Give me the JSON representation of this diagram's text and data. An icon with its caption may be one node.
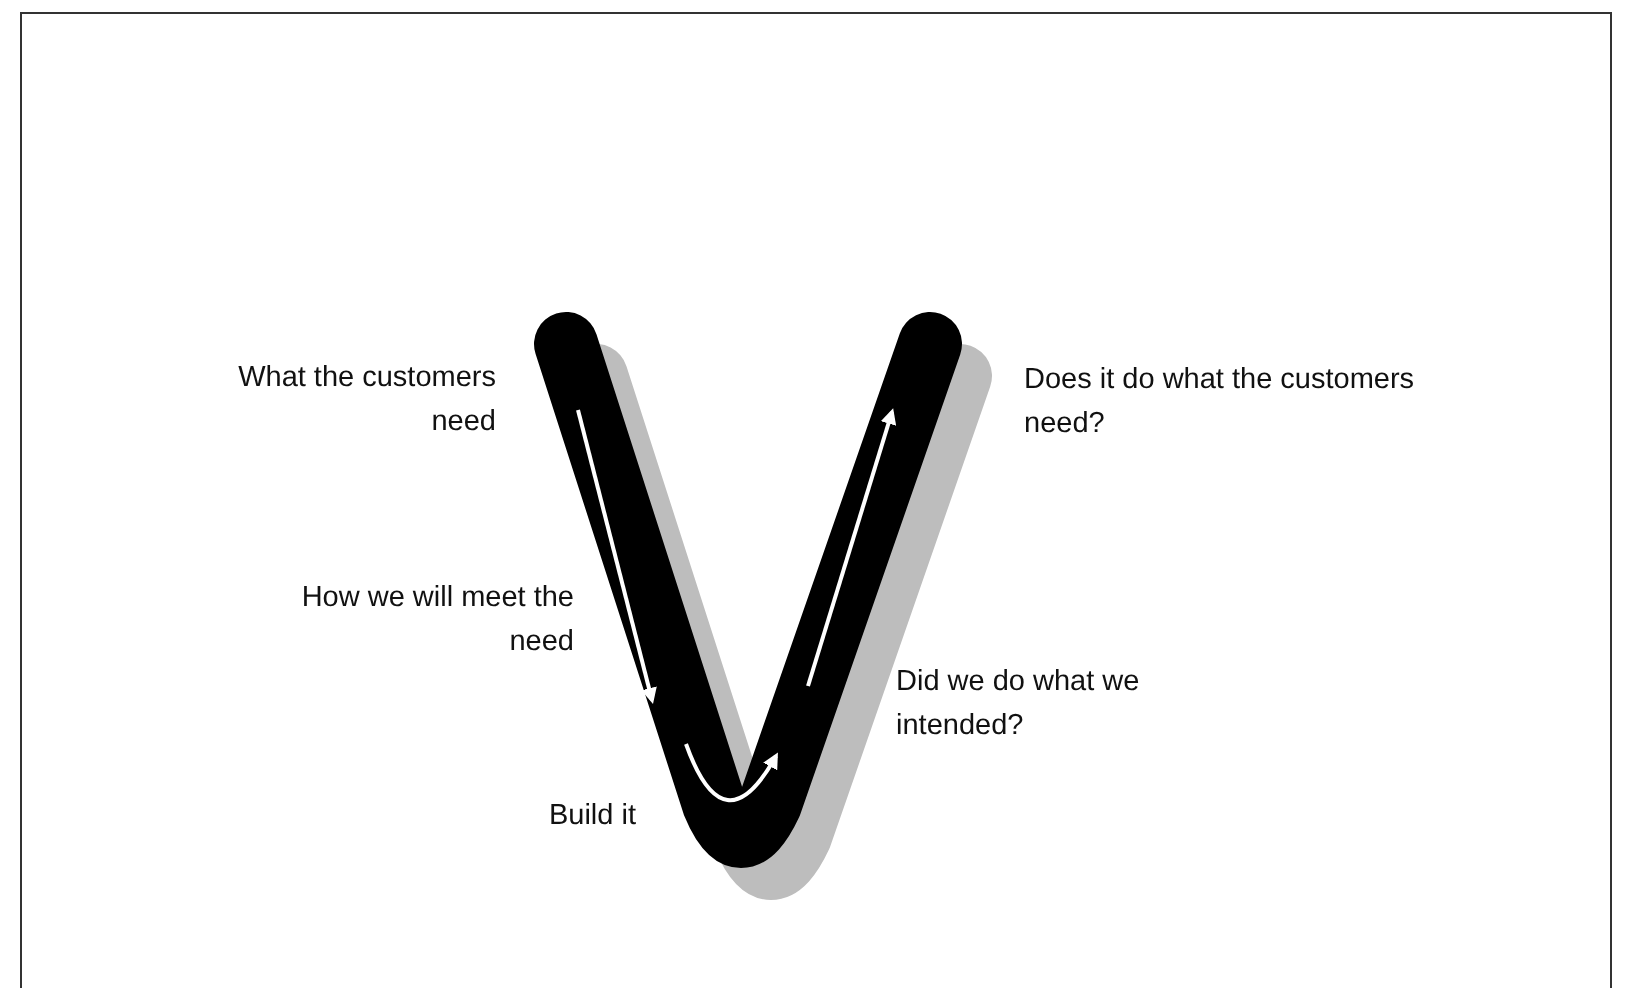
{
  "diagram": {
    "labels": [
      "What the customers need",
      "Does it do what the customers need?",
      "How we will meet the need",
      "Did we do what we intended?",
      "Build it"
    ]
  }
}
